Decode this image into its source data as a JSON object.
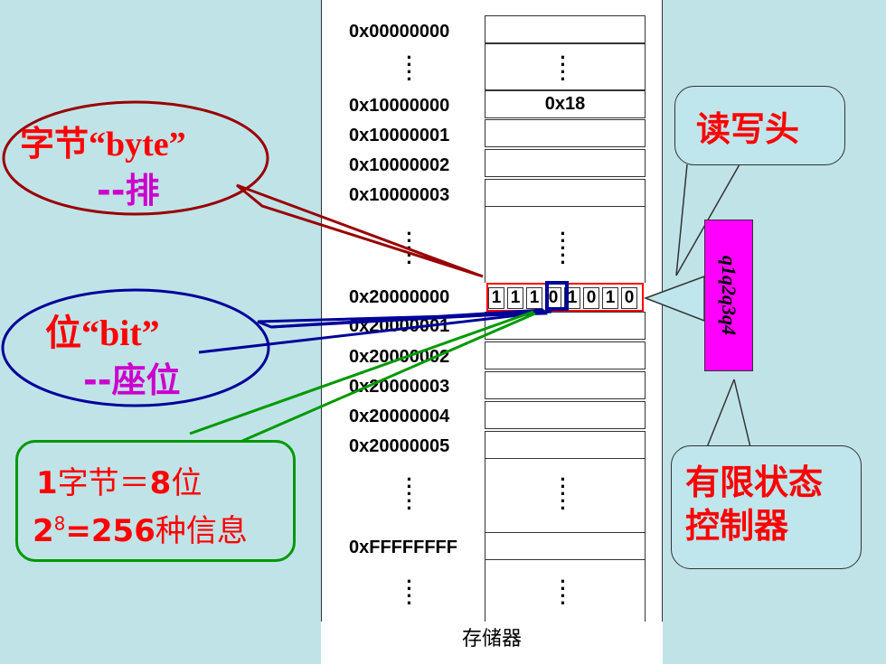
{
  "memory": {
    "caption": "存储器",
    "addresses": {
      "a0": "0x00000000",
      "a1": "0x10000000",
      "a2": "0x10000001",
      "a3": "0x10000002",
      "a4": "0x10000003",
      "a5": "0x20000000",
      "a6": "0x20000001",
      "a7": "0x20000002",
      "a8": "0x20000003",
      "a9": "0x20000004",
      "a10": "0x20000005",
      "a11": "0xFFFFFFFF"
    },
    "value_at_0x10000000": "0x18",
    "bits_at_0x20000000": [
      "1",
      "1",
      "1",
      "0",
      "1",
      "0",
      "1",
      "0"
    ],
    "ellipsis": "⋮"
  },
  "callouts": {
    "byte": {
      "title": "字节“byte”",
      "subtitle": "--排"
    },
    "bit": {
      "title": "位“bit”",
      "subtitle": "--座位"
    },
    "info": {
      "line1_num": "1",
      "line1_a": "字节＝",
      "line1_num2": "8",
      "line1_b": "位",
      "line2_base": "2",
      "line2_exp": "8",
      "line2_eq": "=256",
      "line2_tail": "种信息"
    },
    "rw_head": {
      "label": "读写头"
    },
    "fsm": {
      "line1": "有限状态",
      "line2": "控制器"
    },
    "states": {
      "text": "q1q2q3q4"
    }
  },
  "colors": {
    "background": "#c0e3e8",
    "red": "#ff0000",
    "magenta_text": "#cc00cc",
    "fsm_fill": "#ff00ff",
    "byte_line": "#990000",
    "bit_line": "#000099",
    "info_line": "#009900",
    "highlight_bit": "#000099"
  }
}
